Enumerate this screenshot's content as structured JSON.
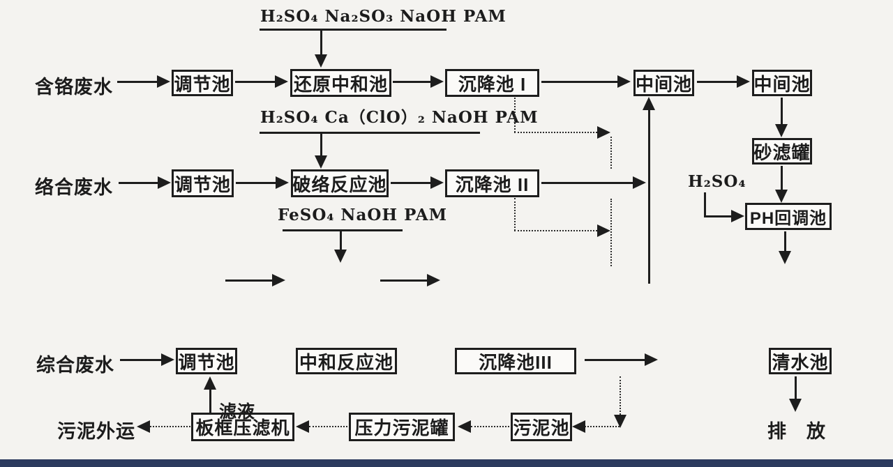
{
  "colors": {
    "ink": "#1d1d1d",
    "paper": "#f4f3f0",
    "box_fill": "#fbfaf8",
    "footer_bar": "#2c3a5e"
  },
  "inputs": {
    "chromium_wastewater": "含铬废水",
    "complex_wastewater": "络合废水",
    "comprehensive_wastewater": "综合废水"
  },
  "chemicals": {
    "reduction_dosing": "H₂SO₄ Na₂SO₃ NaOH PAM",
    "decomplex_dosing": "H₂SO₄ Ca（ClO）₂ NaOH PAM",
    "neutralize_dosing": "FeSO₄ NaOH PAM",
    "ph_adjust_acid": "H₂SO₄"
  },
  "tanks": {
    "regulating_1": "调节池",
    "reduction_neutralization": "还原中和池",
    "settling_1": "沉降池 I",
    "intermediate_1": "中间池",
    "intermediate_2": "中间池",
    "sand_filter": "砂滤罐",
    "ph_readjust": "PH回调池",
    "regulating_2": "调节池",
    "decomplex_reaction": "破络反应池",
    "settling_2": "沉降池 II",
    "regulating_3": "调节池",
    "neutralization_reaction": "中和反应池",
    "settling_3": "沉降池III",
    "clear_water": "清水池",
    "plate_frame_filter_press": "板框压滤机",
    "pressure_sludge_tank": "压力污泥罐",
    "sludge_tank": "污泥池"
  },
  "outputs": {
    "sludge_transport": "污泥外运",
    "filtrate": "滤液",
    "discharge": "排　放"
  }
}
